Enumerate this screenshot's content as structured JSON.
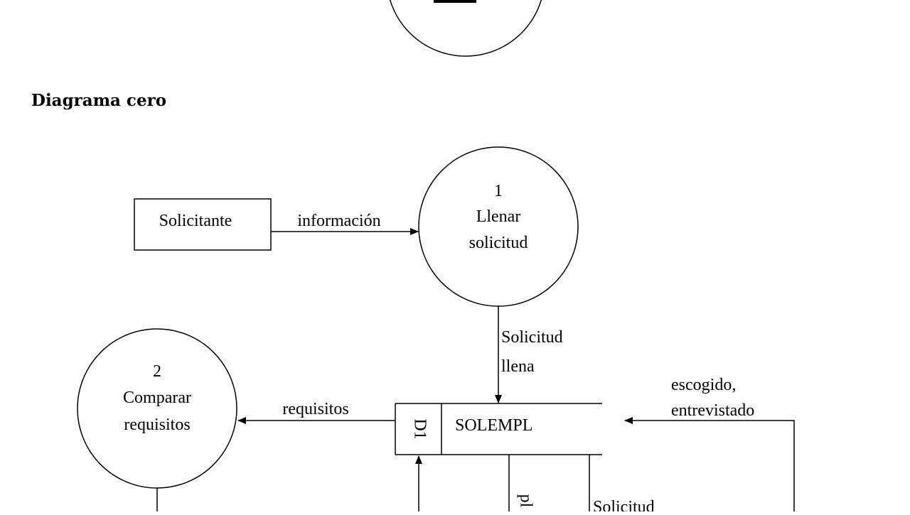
{
  "heading": "Diagrama cero",
  "entities": {
    "solicitante": "Solicitante"
  },
  "processes": [
    {
      "number": "1",
      "line1": "Llenar",
      "line2": "solicitud"
    },
    {
      "number": "2",
      "line1": "Comparar",
      "line2": "requisitos"
    }
  ],
  "datastore": {
    "id": "D1",
    "name": "SOLEMPL"
  },
  "flows": {
    "informacion": "información",
    "solicitud_llena_1": "Solicitud",
    "solicitud_llena_2": "llena",
    "requisitos": "requisitos",
    "escogido": "escogido,",
    "entrevistado": "entrevistado",
    "solicitud_bottom": "Solicitud"
  }
}
